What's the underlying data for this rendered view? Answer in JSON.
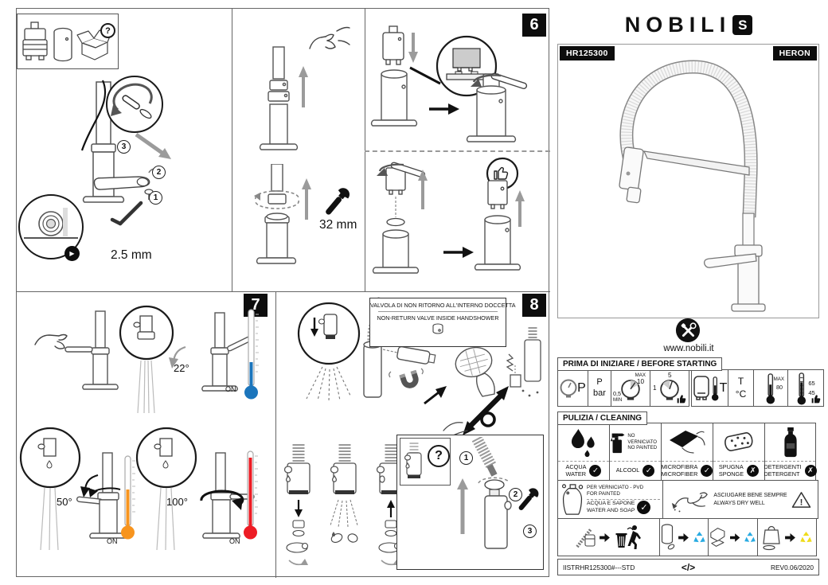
{
  "brand": {
    "logo_text": "NOBILI",
    "logo_mark": "S",
    "model": "HR125300",
    "series": "HERON",
    "website": "www.nobili.it"
  },
  "steps": {
    "one": "1",
    "two": "2",
    "three": "3"
  },
  "marks": {
    "question": "?",
    "exclaim": "!",
    "check": "✓",
    "cross": "✗",
    "play": "▶"
  },
  "panels": {
    "handle": {
      "allen_size": "2.5 mm"
    },
    "cartridge": {
      "wrench_size": "32 mm"
    },
    "p6": {
      "number": "6"
    },
    "p7": {
      "number": "7",
      "cold_angle": "22°",
      "warm_angle": "50°",
      "hot_angle": "100°",
      "on_label": "ON"
    },
    "p8": {
      "number": "8",
      "valve_note_it": "VALVOLA DI NON RITORNO ALL'INTERNO DOCCETTA",
      "valve_note_en": "NON-RETURN VALVE INSIDE HANDSHOWER"
    }
  },
  "before_starting": {
    "title": "PRIMA DI INIZIARE / BEFORE STARTING",
    "p_symbol": "P",
    "p_unit_top": "P",
    "p_unit": "bar",
    "p_max_label": "MAX",
    "p_max": "10",
    "p_min": "0,5",
    "p_min_label": "MIN",
    "p_ok_max": "5",
    "p_ok_min": "1",
    "t_symbol": "T",
    "t_unit_top": "T",
    "t_unit": "°C",
    "t_max_label": "MAX",
    "t_max": "80",
    "t_ok_max": "65",
    "t_ok_min": "45"
  },
  "cleaning": {
    "title": "PULIZIA / CLEANING",
    "items": [
      {
        "line1": "ACQUA",
        "line2": "WATER"
      },
      {
        "line1": "ALCOOL",
        "note1": "NO VERNICIATO",
        "note2": "NO PAINTED"
      },
      {
        "line1": "MICROFIBRA",
        "line2": "MICROFIBER"
      },
      {
        "line1": "SPUGNA",
        "line2": "SPONGE"
      },
      {
        "line1": "DETERGENTI",
        "line2": "DETERGENT"
      }
    ],
    "painted_note1": "PER VERNICIATO - PVD",
    "painted_note2": "FOR PAINTED",
    "painted_line1": "ACQUA E SAPONE",
    "painted_line2": "WATER AND SOAP",
    "dry_line1": "ASCIUGARE BENE SEMPRE",
    "dry_line2": "ALWAYS DRY WELL"
  },
  "footer": {
    "left": "IISTRHR125300#---STD",
    "center": "</>",
    "right": "REV0.06/2020"
  },
  "colors": {
    "cold_blue": "#1b75bc",
    "warm_orange": "#f7941e",
    "hot_red": "#ed1c24",
    "recycle_blue": "#29abe2",
    "recycle_yellow": "#efdc1b"
  }
}
